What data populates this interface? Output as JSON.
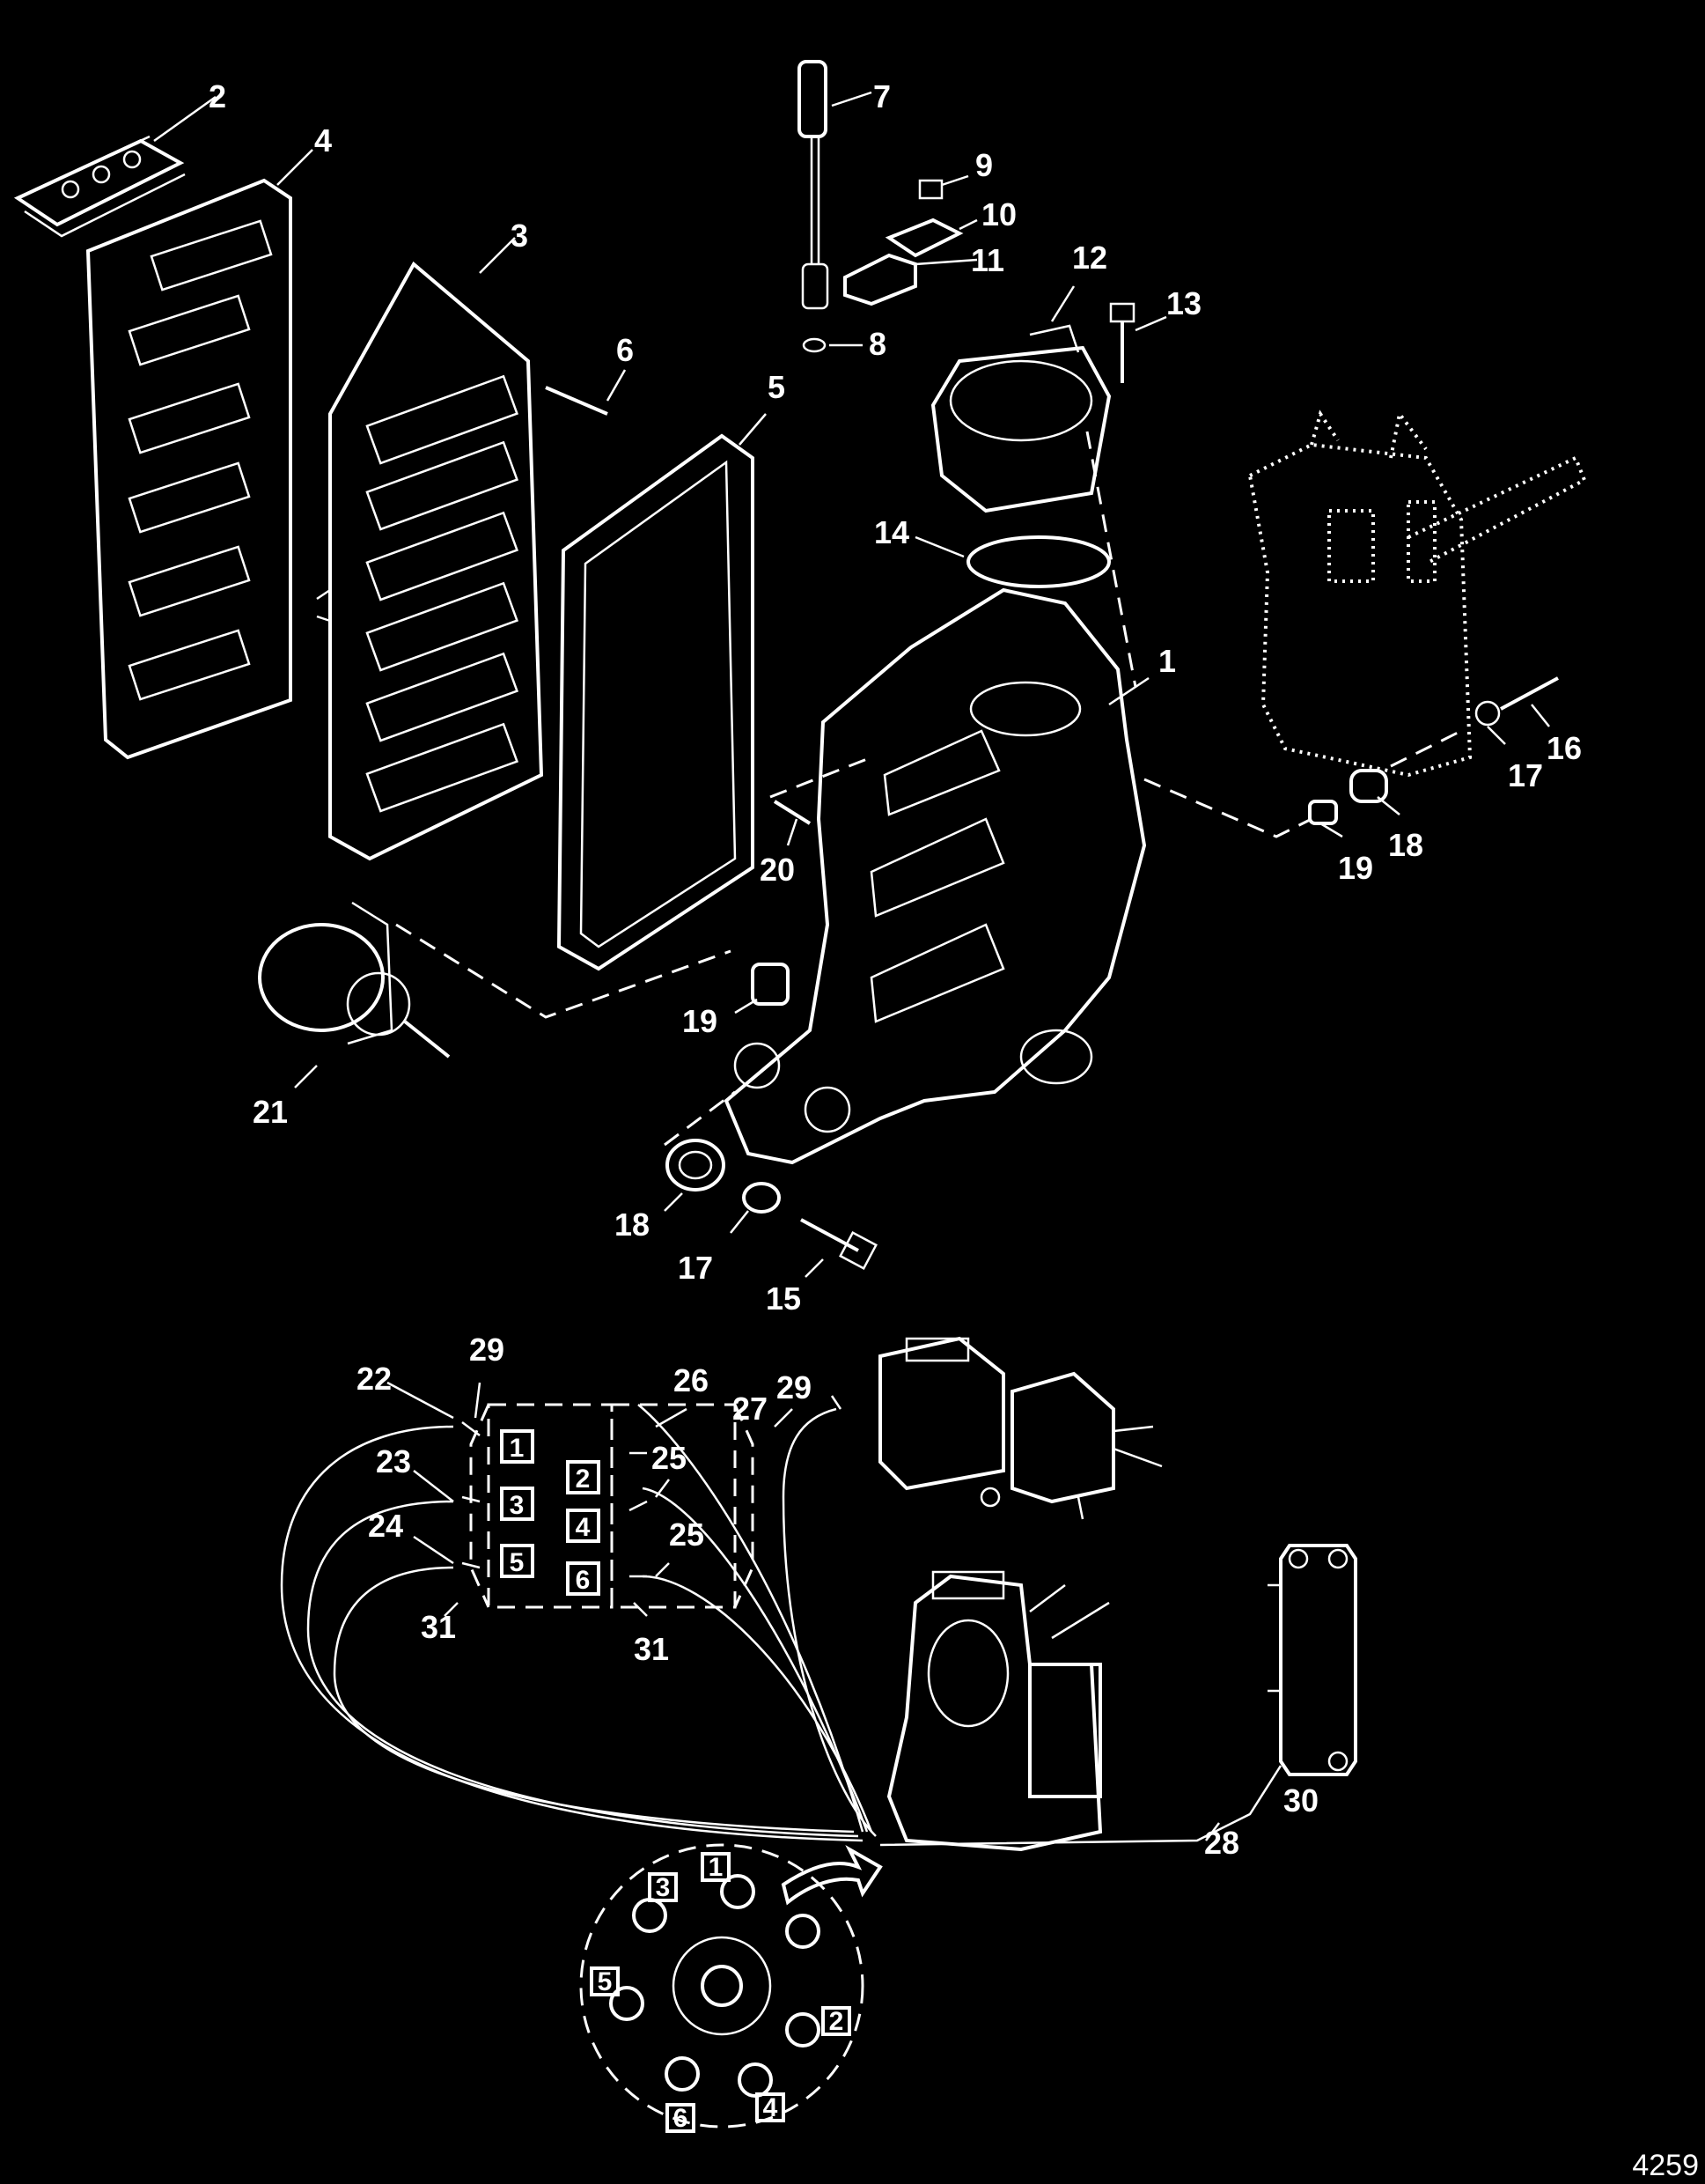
{
  "diagram": {
    "callouts": {
      "c1": "1",
      "c2": "2",
      "c3": "3",
      "c4": "4",
      "c5": "5",
      "c6": "6",
      "c7": "7",
      "c8": "8",
      "c9": "9",
      "c10": "10",
      "c11": "11",
      "c12": "12",
      "c13": "13",
      "c14": "14",
      "c15": "15",
      "c16": "16",
      "c17a": "17",
      "c17b": "17",
      "c18a": "18",
      "c18b": "18",
      "c19a": "19",
      "c19b": "19",
      "c20": "20",
      "c21": "21",
      "c22": "22",
      "c23": "23",
      "c24": "24",
      "c25a": "25",
      "c25b": "25",
      "c26": "26",
      "c27": "27",
      "c28": "28",
      "c29a": "29",
      "c29b": "29",
      "c30": "30",
      "c31a": "31",
      "c31b": "31"
    },
    "port_numbers": {
      "p1": "1",
      "p2": "2",
      "p3": "3",
      "p4": "4",
      "p5": "5",
      "p6": "6"
    },
    "flywheel_numbers": {
      "f1": "1",
      "f2": "2",
      "f3": "3",
      "f4": "4",
      "f5": "5",
      "f6": "6"
    },
    "reference_number": "4259"
  }
}
